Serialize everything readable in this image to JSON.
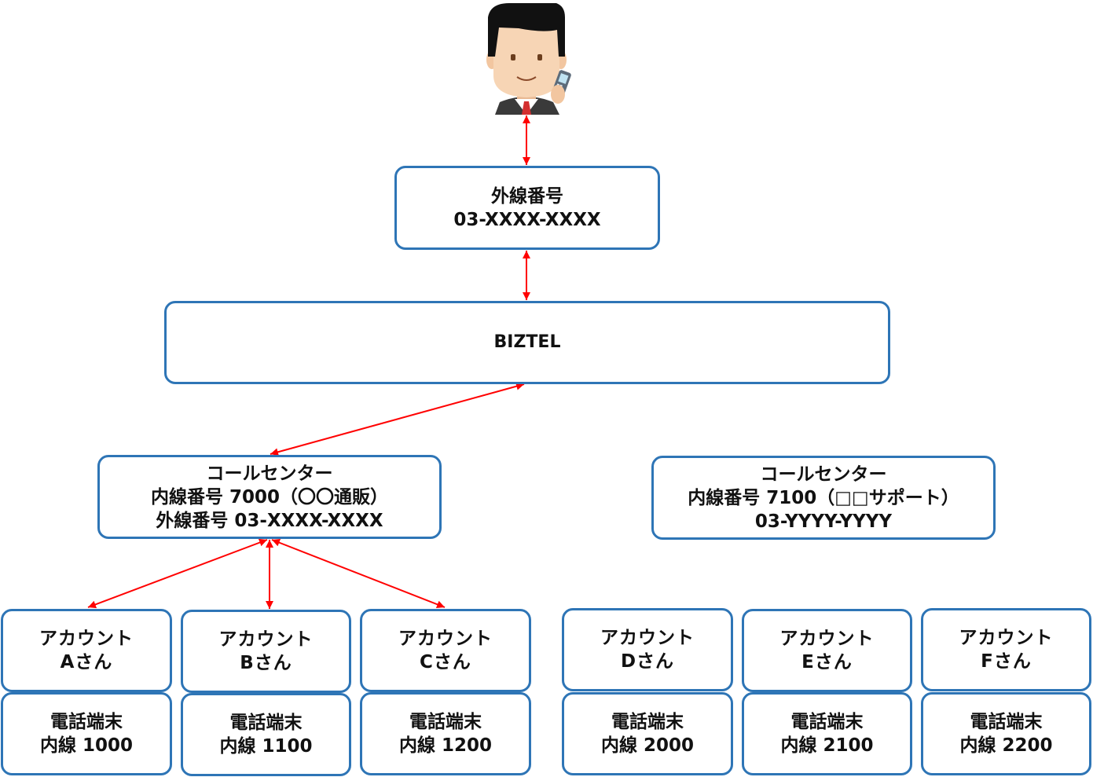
{
  "person": {
    "icon": "businessman-on-phone-icon"
  },
  "external_number": {
    "label": "外線番号",
    "number": "03-XXXX-XXXX"
  },
  "biztel": {
    "label": "BIZTEL"
  },
  "call_centers": [
    {
      "title": "コールセンター",
      "line1": "内線番号 7000（〇〇通販）",
      "line2": "外線番号 03-XXXX-XXXX"
    },
    {
      "title": "コールセンター",
      "line1": "内線番号 7100（□□サポート）",
      "line2": "03-YYYY-YYYY"
    }
  ],
  "accounts": [
    {
      "label": "アカウント",
      "name": "Aさん",
      "device": "電話端末",
      "extension": "内線 1000"
    },
    {
      "label": "アカウント",
      "name": "Bさん",
      "device": "電話端末",
      "extension": "内線 1100"
    },
    {
      "label": "アカウント",
      "name": "Cさん",
      "device": "電話端末",
      "extension": "内線 1200"
    },
    {
      "label": "アカウント",
      "name": "Dさん",
      "device": "電話端末",
      "extension": "内線 2000"
    },
    {
      "label": "アカウント",
      "name": "Eさん",
      "device": "電話端末",
      "extension": "内線 2100"
    },
    {
      "label": "アカウント",
      "name": "Fさん",
      "device": "電話端末",
      "extension": "内線 2200"
    }
  ],
  "colors": {
    "box_border": "#2E75B6",
    "arrow": "#FF0000"
  }
}
